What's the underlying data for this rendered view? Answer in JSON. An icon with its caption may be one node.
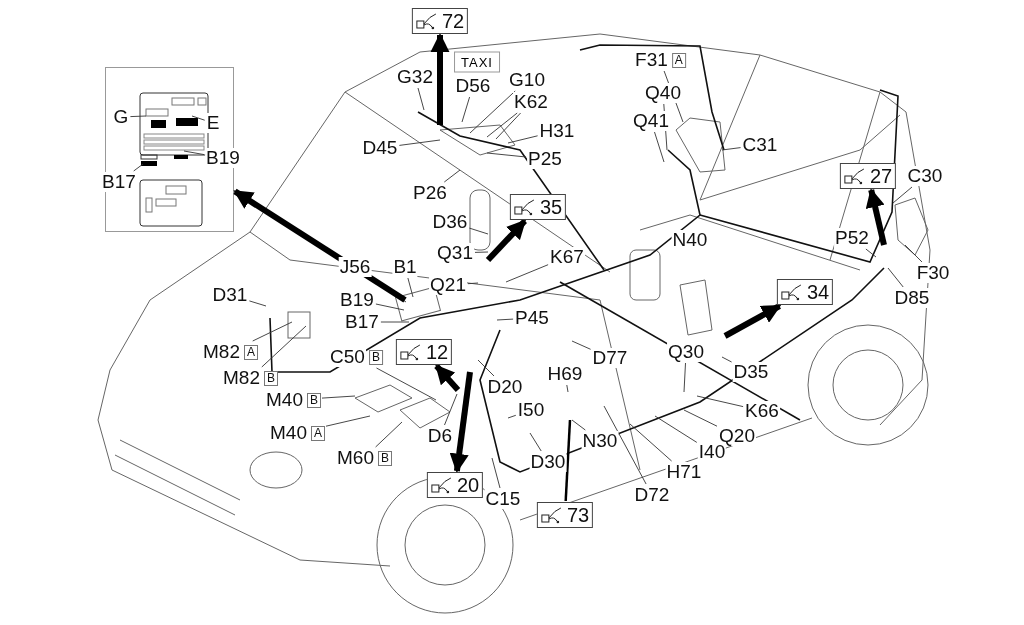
{
  "diagram": {
    "nodes": [
      {
        "text": [],
        "shape": "box"
      },
      {
        "text": [
          "G"
        ],
        "in": 0
      },
      {
        "text": [
          "E"
        ],
        "in": 0
      },
      {
        "text": [
          "B19"
        ],
        "in": 0
      },
      {
        "text": [
          "B17"
        ],
        "in": 0
      },
      {
        "text": [
          "72"
        ]
      },
      {
        "text": [
          "TAXI"
        ]
      },
      {
        "text": [
          "G32"
        ]
      },
      {
        "text": [
          "D56"
        ]
      },
      {
        "text": [
          "G10"
        ]
      },
      {
        "text": [
          "K62"
        ]
      },
      {
        "text": [
          "D45"
        ]
      },
      {
        "text": [
          "H31"
        ]
      },
      {
        "text": [
          "P25"
        ]
      },
      {
        "text": [
          "P26"
        ]
      },
      {
        "text": [
          "D36"
        ]
      },
      {
        "text": [
          "35"
        ]
      },
      {
        "text": [
          "F31",
          "A"
        ]
      },
      {
        "text": [
          "Q40"
        ]
      },
      {
        "text": [
          "Q41"
        ]
      },
      {
        "text": [
          "C31"
        ]
      },
      {
        "text": [
          "27"
        ]
      },
      {
        "text": [
          "C30"
        ]
      },
      {
        "text": [
          "P52"
        ]
      },
      {
        "text": [
          "F30"
        ]
      },
      {
        "text": [
          "D85"
        ]
      },
      {
        "text": [
          "34"
        ]
      },
      {
        "text": [
          "D35"
        ]
      },
      {
        "text": [
          "Q30"
        ]
      },
      {
        "text": [
          "K66"
        ]
      },
      {
        "text": [
          "Q20"
        ]
      },
      {
        "text": [
          "I40"
        ]
      },
      {
        "text": [
          "H71"
        ]
      },
      {
        "text": [
          "D72"
        ]
      },
      {
        "text": [
          "D77"
        ]
      },
      {
        "text": [
          "H69"
        ]
      },
      {
        "text": [
          "N30"
        ]
      },
      {
        "text": [
          "73"
        ]
      },
      {
        "text": [
          "D30"
        ]
      },
      {
        "text": [
          "I50"
        ]
      },
      {
        "text": [
          "D20"
        ]
      },
      {
        "text": [
          "12"
        ]
      },
      {
        "text": [
          "D6"
        ]
      },
      {
        "text": [
          "20"
        ]
      },
      {
        "text": [
          "C15"
        ]
      },
      {
        "text": [
          "P45"
        ]
      },
      {
        "text": [
          "K67"
        ]
      },
      {
        "text": [
          "Q31"
        ]
      },
      {
        "text": [
          "Q21"
        ]
      },
      {
        "text": [
          "J56"
        ]
      },
      {
        "text": [
          "B1"
        ]
      },
      {
        "text": [
          "B19"
        ]
      },
      {
        "text": [
          "B17"
        ]
      },
      {
        "text": [
          "D31"
        ]
      },
      {
        "text": [
          "M82",
          "A"
        ]
      },
      {
        "text": [
          "M82",
          "B"
        ]
      },
      {
        "text": [
          "C50",
          "B"
        ]
      },
      {
        "text": [
          "M40",
          "B"
        ]
      },
      {
        "text": [
          "M40",
          "A"
        ]
      },
      {
        "text": [
          "M60",
          "B"
        ]
      },
      {
        "text": [
          "N40"
        ]
      }
    ],
    "edges": [
      {
        "from": 1,
        "to": null,
        "arrow": "none"
      },
      {
        "from": 2,
        "to": null,
        "arrow": "none"
      },
      {
        "from": 3,
        "to": null,
        "arrow": "none"
      },
      {
        "from": 4,
        "to": null,
        "arrow": "none"
      },
      {
        "from": 7,
        "to": null,
        "arrow": "none"
      },
      {
        "from": 8,
        "to": null,
        "arrow": "none"
      },
      {
        "from": 9,
        "to": null,
        "arrow": "none"
      },
      {
        "from": 10,
        "to": null,
        "arrow": "none"
      },
      {
        "from": 10,
        "to": null,
        "arrow": "none"
      },
      {
        "from": 11,
        "to": null,
        "arrow": "none"
      },
      {
        "from": 12,
        "to": null,
        "arrow": "none"
      },
      {
        "from": 13,
        "to": null,
        "arrow": "none"
      },
      {
        "from": 14,
        "to": null,
        "arrow": "none"
      },
      {
        "from": 15,
        "to": null,
        "arrow": "none"
      },
      {
        "from": 17,
        "to": null,
        "arrow": "none"
      },
      {
        "from": 18,
        "to": null,
        "arrow": "none"
      },
      {
        "from": 19,
        "to": null,
        "arrow": "none"
      },
      {
        "from": 20,
        "to": null,
        "arrow": "none"
      },
      {
        "from": 22,
        "to": null,
        "arrow": "none"
      },
      {
        "from": 23,
        "to": null,
        "arrow": "none"
      },
      {
        "from": 24,
        "to": null,
        "arrow": "none"
      },
      {
        "from": 25,
        "to": null,
        "arrow": "none"
      },
      {
        "from": 27,
        "to": null,
        "arrow": "none"
      },
      {
        "from": 28,
        "to": null,
        "arrow": "none"
      },
      {
        "from": 29,
        "to": null,
        "arrow": "none"
      },
      {
        "from": 30,
        "to": null,
        "arrow": "none"
      },
      {
        "from": 31,
        "to": null,
        "arrow": "none"
      },
      {
        "from": 32,
        "to": null,
        "arrow": "none"
      },
      {
        "from": 33,
        "to": null,
        "arrow": "none"
      },
      {
        "from": 34,
        "to": null,
        "arrow": "none"
      },
      {
        "from": 35,
        "to": null,
        "arrow": "none"
      },
      {
        "from": 36,
        "to": null,
        "arrow": "none"
      },
      {
        "from": 38,
        "to": null,
        "arrow": "none"
      },
      {
        "from": 39,
        "to": null,
        "arrow": "none"
      },
      {
        "from": 40,
        "to": null,
        "arrow": "none"
      },
      {
        "from": 42,
        "to": null,
        "arrow": "none"
      },
      {
        "from": 44,
        "to": null,
        "arrow": "none"
      },
      {
        "from": 45,
        "to": null,
        "arrow": "none"
      },
      {
        "from": 46,
        "to": null,
        "arrow": "none"
      },
      {
        "from": 47,
        "to": null,
        "arrow": "none"
      },
      {
        "from": 48,
        "to": null,
        "arrow": "none"
      },
      {
        "from": 49,
        "to": null,
        "arrow": "none"
      },
      {
        "from": 50,
        "to": null,
        "arrow": "none"
      },
      {
        "from": 51,
        "to": null,
        "arrow": "none"
      },
      {
        "from": 52,
        "to": null,
        "arrow": "none"
      },
      {
        "from": 53,
        "to": null,
        "arrow": "none"
      },
      {
        "from": 54,
        "to": null,
        "arrow": "none"
      },
      {
        "from": 55,
        "to": null,
        "arrow": "none"
      },
      {
        "from": 56,
        "to": null,
        "arrow": "none"
      },
      {
        "from": 57,
        "to": null,
        "arrow": "none"
      },
      {
        "from": 58,
        "to": null,
        "arrow": "none"
      },
      {
        "from": 59,
        "to": null,
        "arrow": "none"
      },
      {
        "from": null,
        "to": 0,
        "arrow": "to",
        "style": "thick"
      },
      {
        "from": null,
        "to": 5,
        "arrow": "to",
        "style": "thick"
      },
      {
        "from": null,
        "to": 16,
        "arrow": "to",
        "style": "thick"
      },
      {
        "from": null,
        "to": 21,
        "arrow": "to",
        "style": "thick"
      },
      {
        "from": null,
        "to": 26,
        "arrow": "to",
        "style": "thick"
      },
      {
        "from": null,
        "to": 37,
        "arrow": "none",
        "style": "thick"
      },
      {
        "from": null,
        "to": 41,
        "arrow": "to",
        "style": "thick"
      },
      {
        "from": null,
        "to": 43,
        "arrow": "to",
        "style": "thick"
      }
    ]
  }
}
